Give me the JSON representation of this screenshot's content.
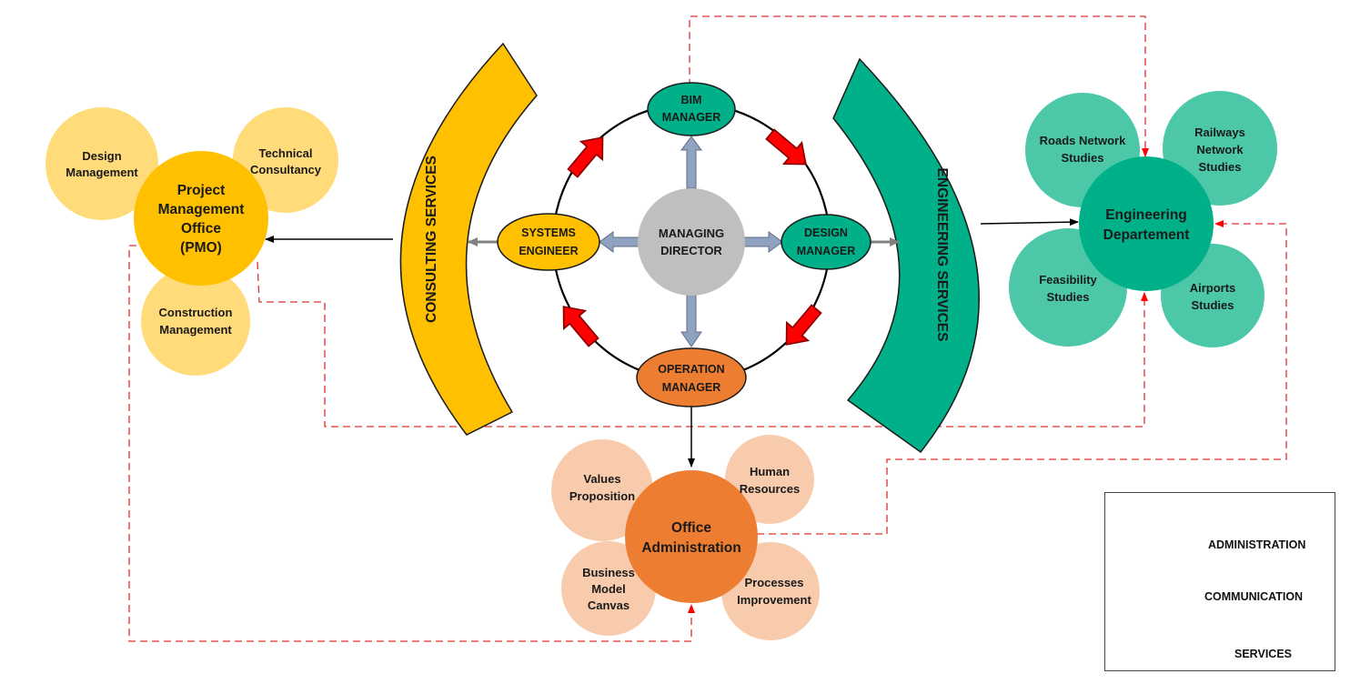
{
  "diagram": {
    "managing_director": {
      "line1": "MANAGING",
      "line2": "DIRECTOR"
    },
    "bim_manager": {
      "line1": "BIM",
      "line2": "MANAGER"
    },
    "systems_engineer": {
      "line1": "SYSTEMS",
      "line2": "ENGINEER"
    },
    "design_manager": {
      "line1": "DESIGN",
      "line2": "MANAGER"
    },
    "operation_manager": {
      "line1": "OPERATION",
      "line2": "MANAGER"
    },
    "consulting_services": "CONSULTING SERVICES",
    "engineering_services": "ENGINEERING SERVICES",
    "pmo": {
      "line1": "Project",
      "line2": "Management",
      "line3": "Office",
      "line4": "(PMO)"
    },
    "pmo_satellites": {
      "design": {
        "line1": "Design",
        "line2": "Management"
      },
      "technical": {
        "line1": "Technical",
        "line2": "Consultancy"
      },
      "construction": {
        "line1": "Construction",
        "line2": "Management"
      }
    },
    "engineering_dept": {
      "line1": "Engineering",
      "line2": "Departement"
    },
    "eng_satellites": {
      "roads": {
        "line1": "Roads Network",
        "line2": "Studies"
      },
      "railways": {
        "line1": "Railways",
        "line2": "Network",
        "line3": "Studies"
      },
      "feasibility": {
        "line1": "Feasibility",
        "line2": "Studies"
      },
      "airports": {
        "line1": "Airports",
        "line2": "Studies"
      }
    },
    "office_admin": {
      "line1": "Office",
      "line2": "Administration"
    },
    "admin_satellites": {
      "values": {
        "line1": "Values",
        "line2": "Proposition"
      },
      "hr": {
        "line1": "Human",
        "line2": "Resources"
      },
      "bmc": {
        "line1": "Business",
        "line2": "Model",
        "line3": "Canvas"
      },
      "processes": {
        "line1": "Processes",
        "line2": "Improvement"
      }
    }
  },
  "legend": {
    "administration": "ADMINISTRATION",
    "communication": "COMMUNICATION",
    "services": "SERVICES"
  },
  "colors": {
    "gold": "#FFC000",
    "light_gold": "#FFDB7A",
    "teal": "#00B089",
    "light_teal": "#4CC8A9",
    "orange": "#ED7D31",
    "peach": "#F8CBAD",
    "grey": "#BFBFBF",
    "comm_red": "#FF0000",
    "dash_red": "#E03030",
    "admin_blue": "#8FA3C1"
  }
}
